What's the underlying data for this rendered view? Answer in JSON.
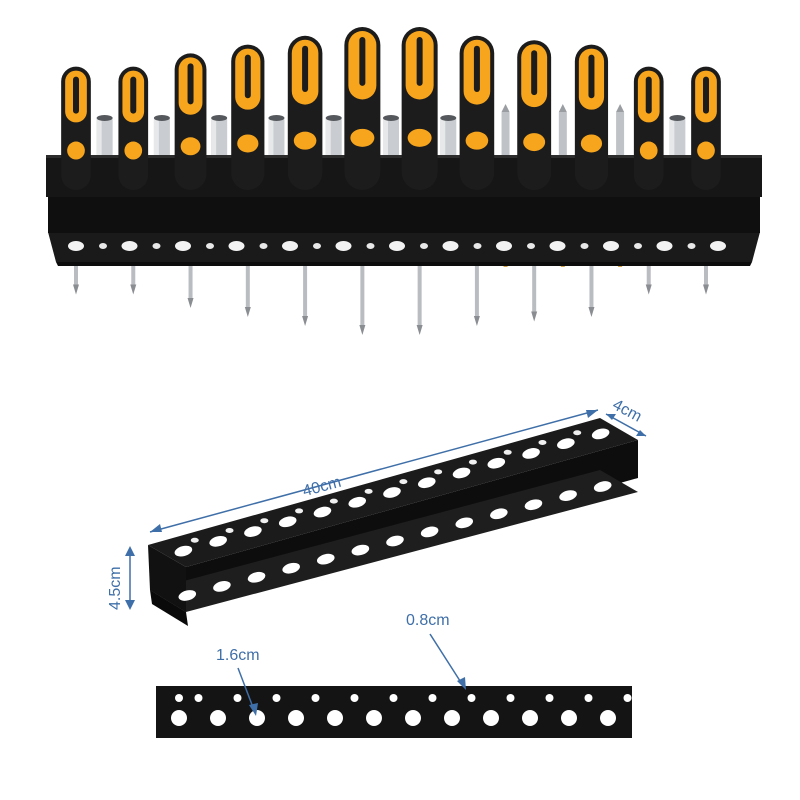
{
  "dimensions": {
    "length": "40cm",
    "depth": "4cm",
    "height": "4.5cm",
    "large_hole": "1.6cm",
    "small_hole": "0.8cm"
  },
  "colors": {
    "rack": "#151515",
    "handle_yellow": "#f7a51c",
    "handle_black": "#1c1c1c",
    "dimension_blue": "#3f6fa8",
    "steel": "#b9bcc0"
  },
  "tools": [
    {
      "kind": "screwdriver",
      "size": 0.55
    },
    {
      "kind": "socket"
    },
    {
      "kind": "screwdriver",
      "size": 0.55
    },
    {
      "kind": "socket"
    },
    {
      "kind": "screwdriver",
      "size": 0.7
    },
    {
      "kind": "socket"
    },
    {
      "kind": "screwdriver",
      "size": 0.8
    },
    {
      "kind": "socket"
    },
    {
      "kind": "screwdriver",
      "size": 0.9
    },
    {
      "kind": "socket"
    },
    {
      "kind": "screwdriver",
      "size": 1.0
    },
    {
      "kind": "socket"
    },
    {
      "kind": "screwdriver",
      "size": 1.0
    },
    {
      "kind": "socket"
    },
    {
      "kind": "screwdriver",
      "size": 0.9
    },
    {
      "kind": "bit"
    },
    {
      "kind": "screwdriver",
      "size": 0.85
    },
    {
      "kind": "bit"
    },
    {
      "kind": "screwdriver",
      "size": 0.8
    },
    {
      "kind": "bit"
    },
    {
      "kind": "screwdriver",
      "size": 0.55
    },
    {
      "kind": "socket"
    },
    {
      "kind": "screwdriver",
      "size": 0.55
    }
  ]
}
